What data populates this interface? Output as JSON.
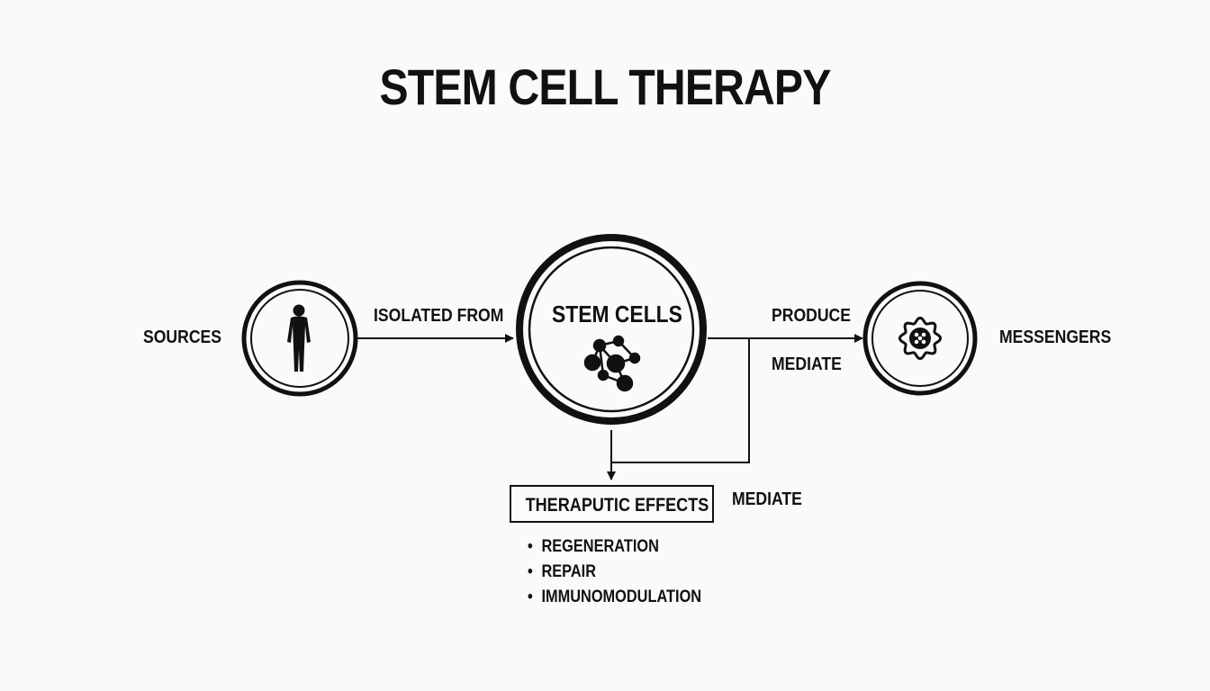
{
  "title": "STEM CELL THERAPY",
  "nodes": {
    "sources": {
      "label": "SOURCES",
      "icon": "human-figure-icon"
    },
    "stem_cells": {
      "label": "STEM CELLS",
      "icon": "molecule-icon"
    },
    "messengers": {
      "label": "MESSENGERS",
      "icon": "cell-icon"
    }
  },
  "edges": {
    "isolated_from": "ISOLATED FROM",
    "produce": "PRODUCE",
    "mediate_upper": "MEDIATE",
    "mediate_lower": "MEDIATE"
  },
  "effects": {
    "title": "THERAPUTIC EFFECTS",
    "items": [
      "REGENERATION",
      "REPAIR",
      "IMMUNOMODULATION"
    ]
  },
  "colors": {
    "ink": "#111111",
    "background": "#fafafa"
  }
}
